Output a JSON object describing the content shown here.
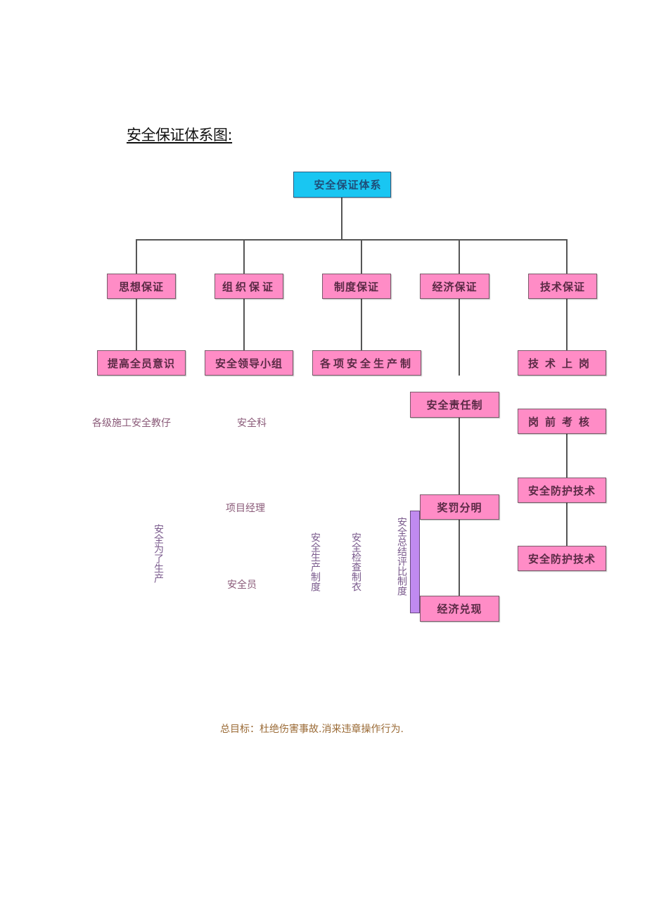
{
  "page": {
    "title": "安全保证体系图:"
  },
  "diagram": {
    "root": {
      "label": "安全保证体系",
      "color": "#19c6f2"
    },
    "categories": [
      {
        "label": "思想保证"
      },
      {
        "label": "组织保证"
      },
      {
        "label": "制度保证"
      },
      {
        "label": "经济保证"
      },
      {
        "label": "技术保证"
      }
    ],
    "second_level": [
      {
        "label": "提高全员意识"
      },
      {
        "label": "安全领导小组"
      },
      {
        "label": "各项安全生产制"
      },
      {
        "label": "技术上岗"
      }
    ],
    "economic_chain": [
      {
        "label": "安全责任制"
      },
      {
        "label": "奖罚分明"
      },
      {
        "label": "经济兑现"
      }
    ],
    "technical_chain": [
      {
        "label": "岗前考核"
      },
      {
        "label": "安全防护技术"
      },
      {
        "label": "安全防护技术"
      }
    ],
    "floating_notes": {
      "education": "各级施工安全教仔",
      "safety_dept": "安全科",
      "project_manager": "项目经理",
      "safety_officer": "安全员",
      "vertical_safety_for_production": "安全为了生产",
      "vertical_safety_production_system": "安全生产制度",
      "vertical_safety_inspection_system": "安全检查制衣",
      "vertical_safety_summary_system": "安全总结评比制度"
    },
    "node_color": "#ff8cc6",
    "bracket_color": "#c08af0"
  },
  "footer": {
    "goal": "总目标：杜绝伤害事故.消来违章操作行为."
  }
}
